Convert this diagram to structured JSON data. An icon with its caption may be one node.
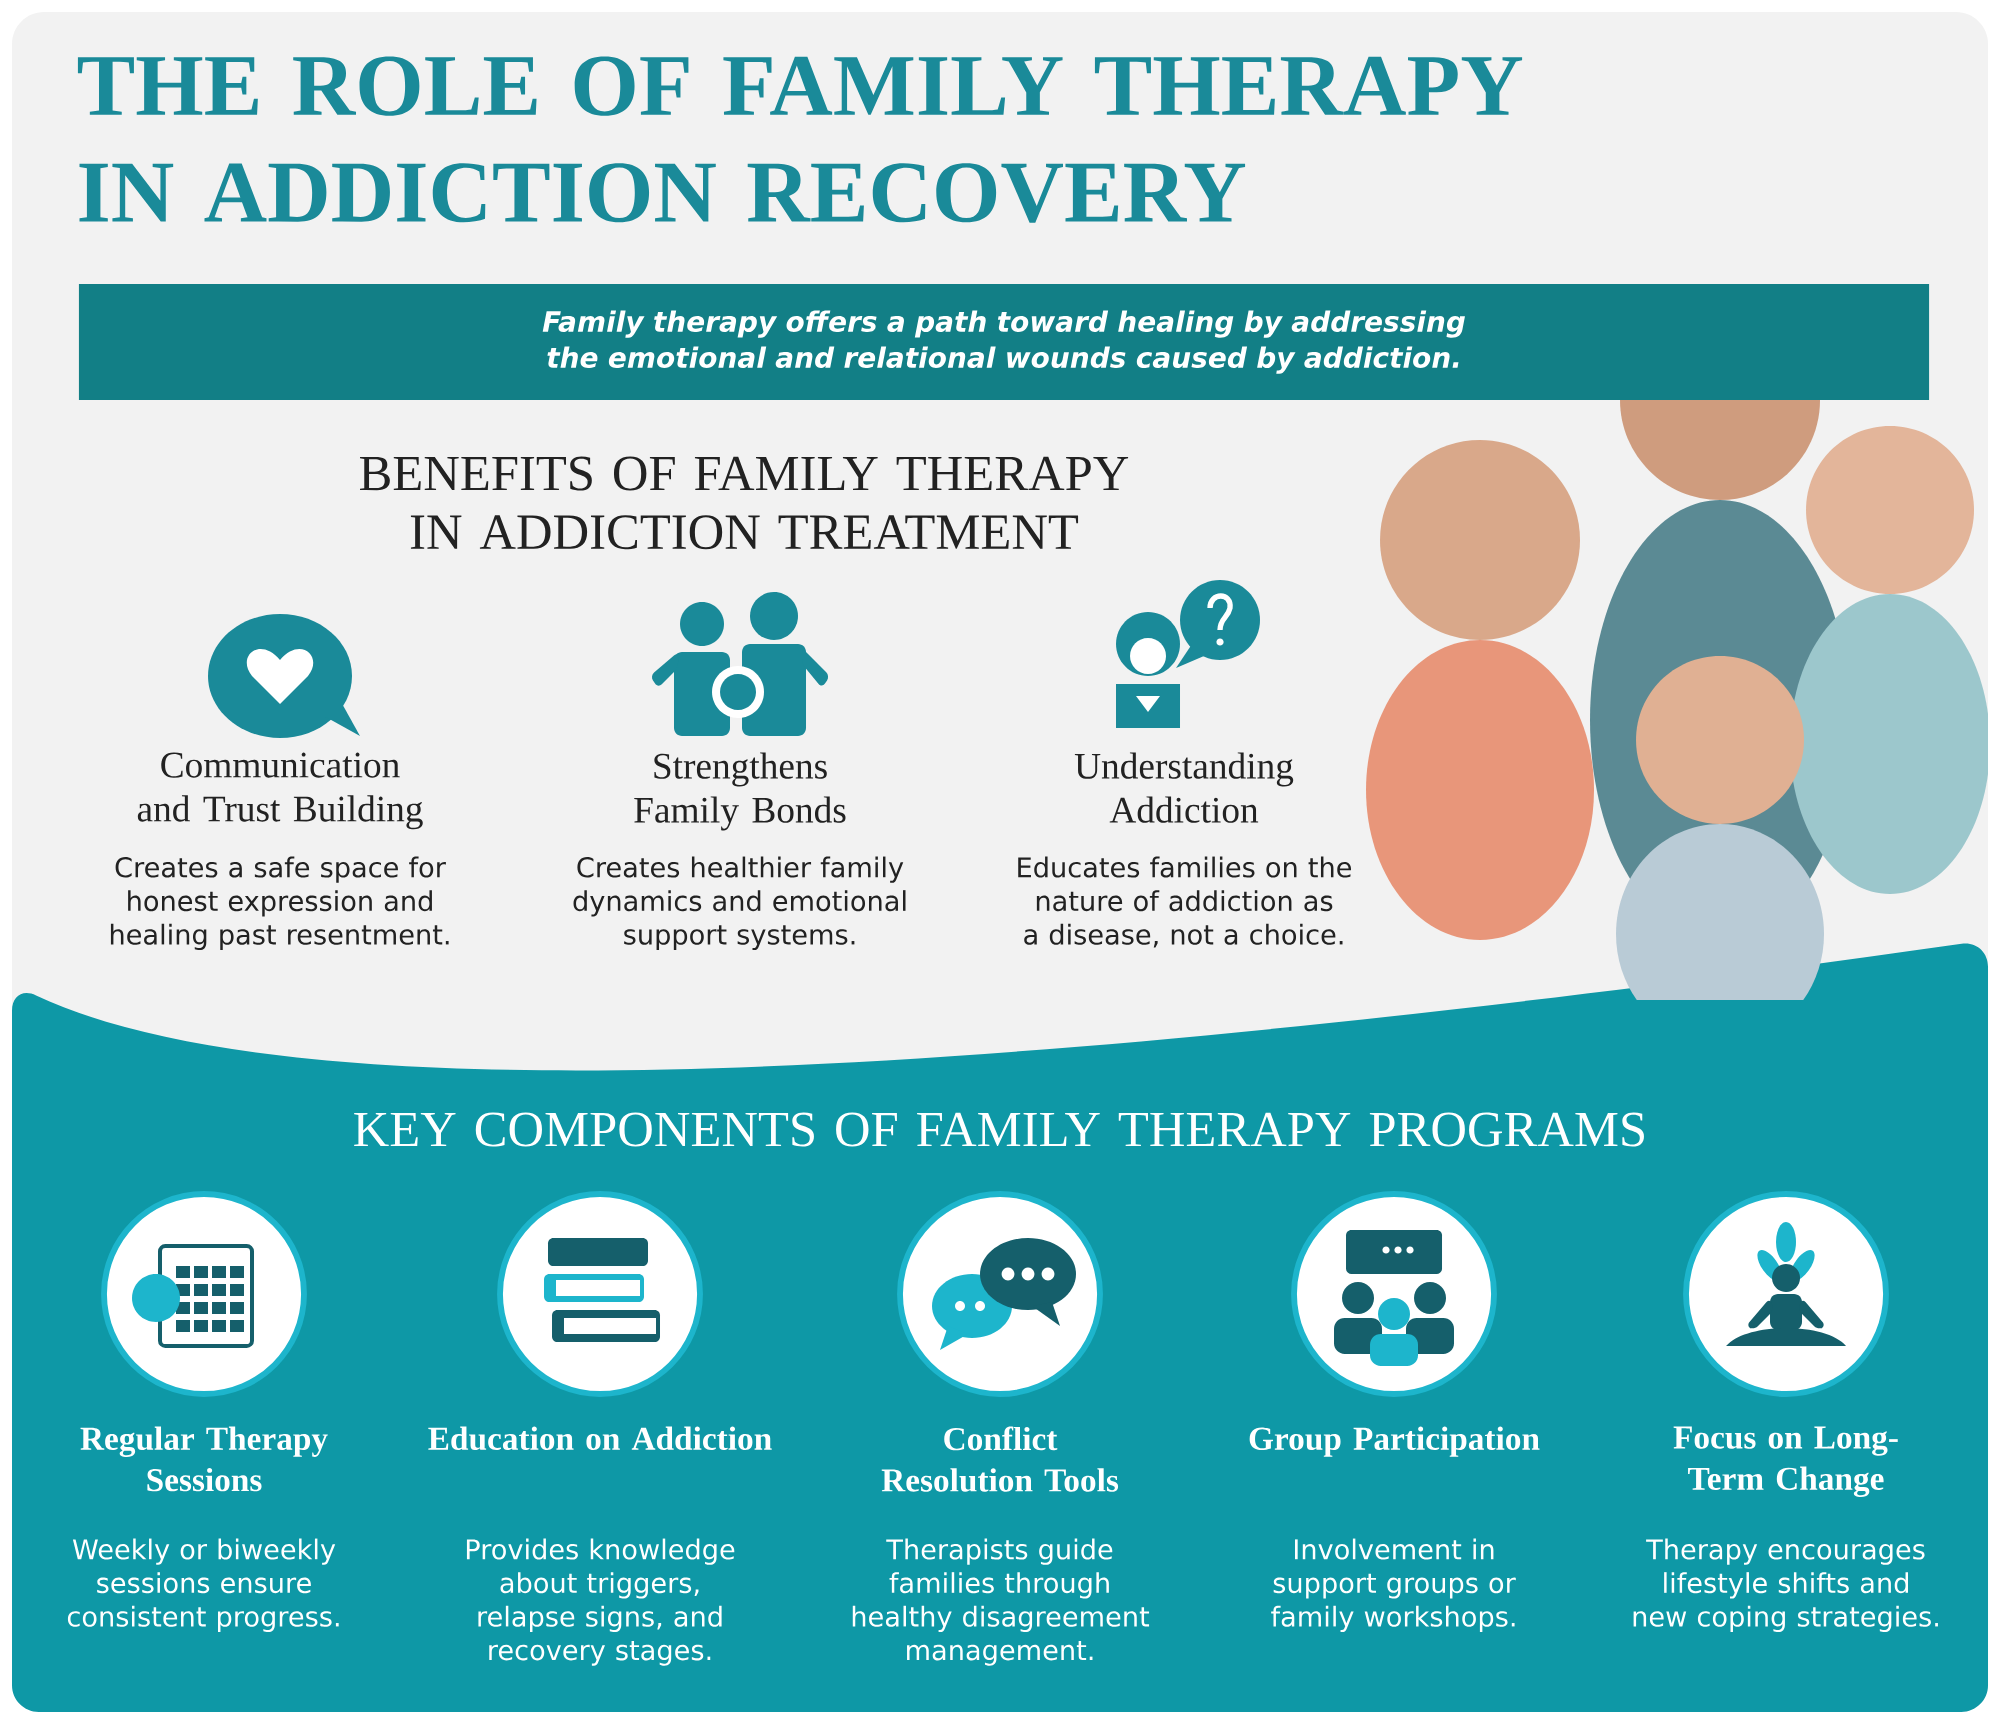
{
  "diagram": {
    "title": "THE ROLE OF FAMILY THERAPY IN ADDICTION RECOVERY",
    "nodes": [
      {
        "text": [
          "Family therapy offers a path toward healing by addressing the emotional and relational wounds caused by addiction."
        ]
      }
    ],
    "labels": [
      "BENEFITS OF FAMILY THERAPY IN ADDICTION TREATMENT",
      "Communication and Trust Building",
      "Creates a safe space for honest expression and healing past resentment.",
      "Strengthens Family Bonds",
      "Creates healthier family dynamics and emotional support systems.",
      "Understanding Addiction",
      "Educates families on the nature of addiction as a disease, not a choice.",
      "KEY COMPONENTS OF FAMILY THERAPY PROGRAMS",
      "Regular Therapy Sessions",
      "Weekly or biweekly sessions ensure consistent progress.",
      "Education on Addiction",
      "Provides knowledge about triggers, relapse signs, and recovery stages.",
      "Conflict Resolution Tools",
      "Therapists guide families through healthy disagreement management.",
      "Group Participation",
      "Involvement in support groups or family workshops.",
      "Focus on Long-Term Change",
      "Therapy encourages lifestyle shifts and new coping strategies."
    ]
  }
}
